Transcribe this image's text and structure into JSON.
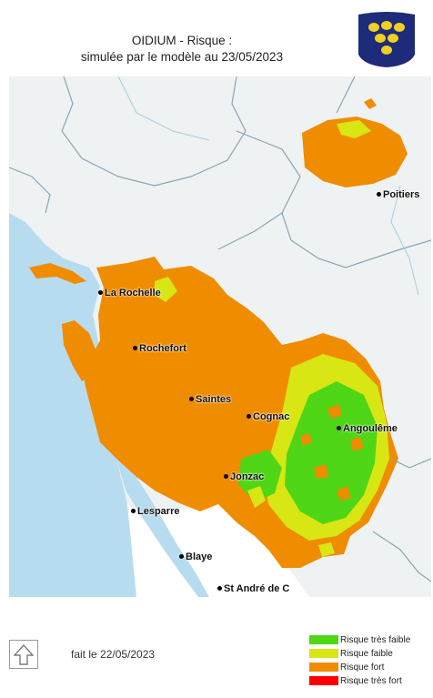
{
  "title": {
    "line1": "OIDIUM - Risque :",
    "line2": "simulée par le modèle au 23/05/2023"
  },
  "logo": {
    "icon": "grape-cluster-icon",
    "background": "#1e2a7a",
    "grape_color": "#f0d020"
  },
  "map": {
    "water_color": "#b8dcef",
    "colors": {
      "risque_fort": "#f08c00",
      "risque_faible": "#d8e614",
      "risque_tres_faible": "#4fd616",
      "risque_tres_fort": "#ff0000"
    },
    "cities": {
      "poitiers": "Poitiers",
      "la_rochelle": "La Rochelle",
      "rochefort": "Rochefort",
      "saintes": "Saintes",
      "cognac": "Cognac",
      "angouleme": "Angoulême",
      "jonzac": "Jonzac",
      "lesparre": "Lesparre",
      "blaye": "Blaye",
      "st_andre": "St André de C"
    }
  },
  "footer": {
    "north_arrow_icon": "north-arrow-icon",
    "made_date": "fait le 22/05/2023"
  },
  "legend": [
    {
      "label": "Risque très faible",
      "color": "#4fd616"
    },
    {
      "label": "Risque faible",
      "color": "#d8e614"
    },
    {
      "label": "Risque fort",
      "color": "#f08c00"
    },
    {
      "label": "Risque très fort",
      "color": "#ff0000"
    }
  ]
}
